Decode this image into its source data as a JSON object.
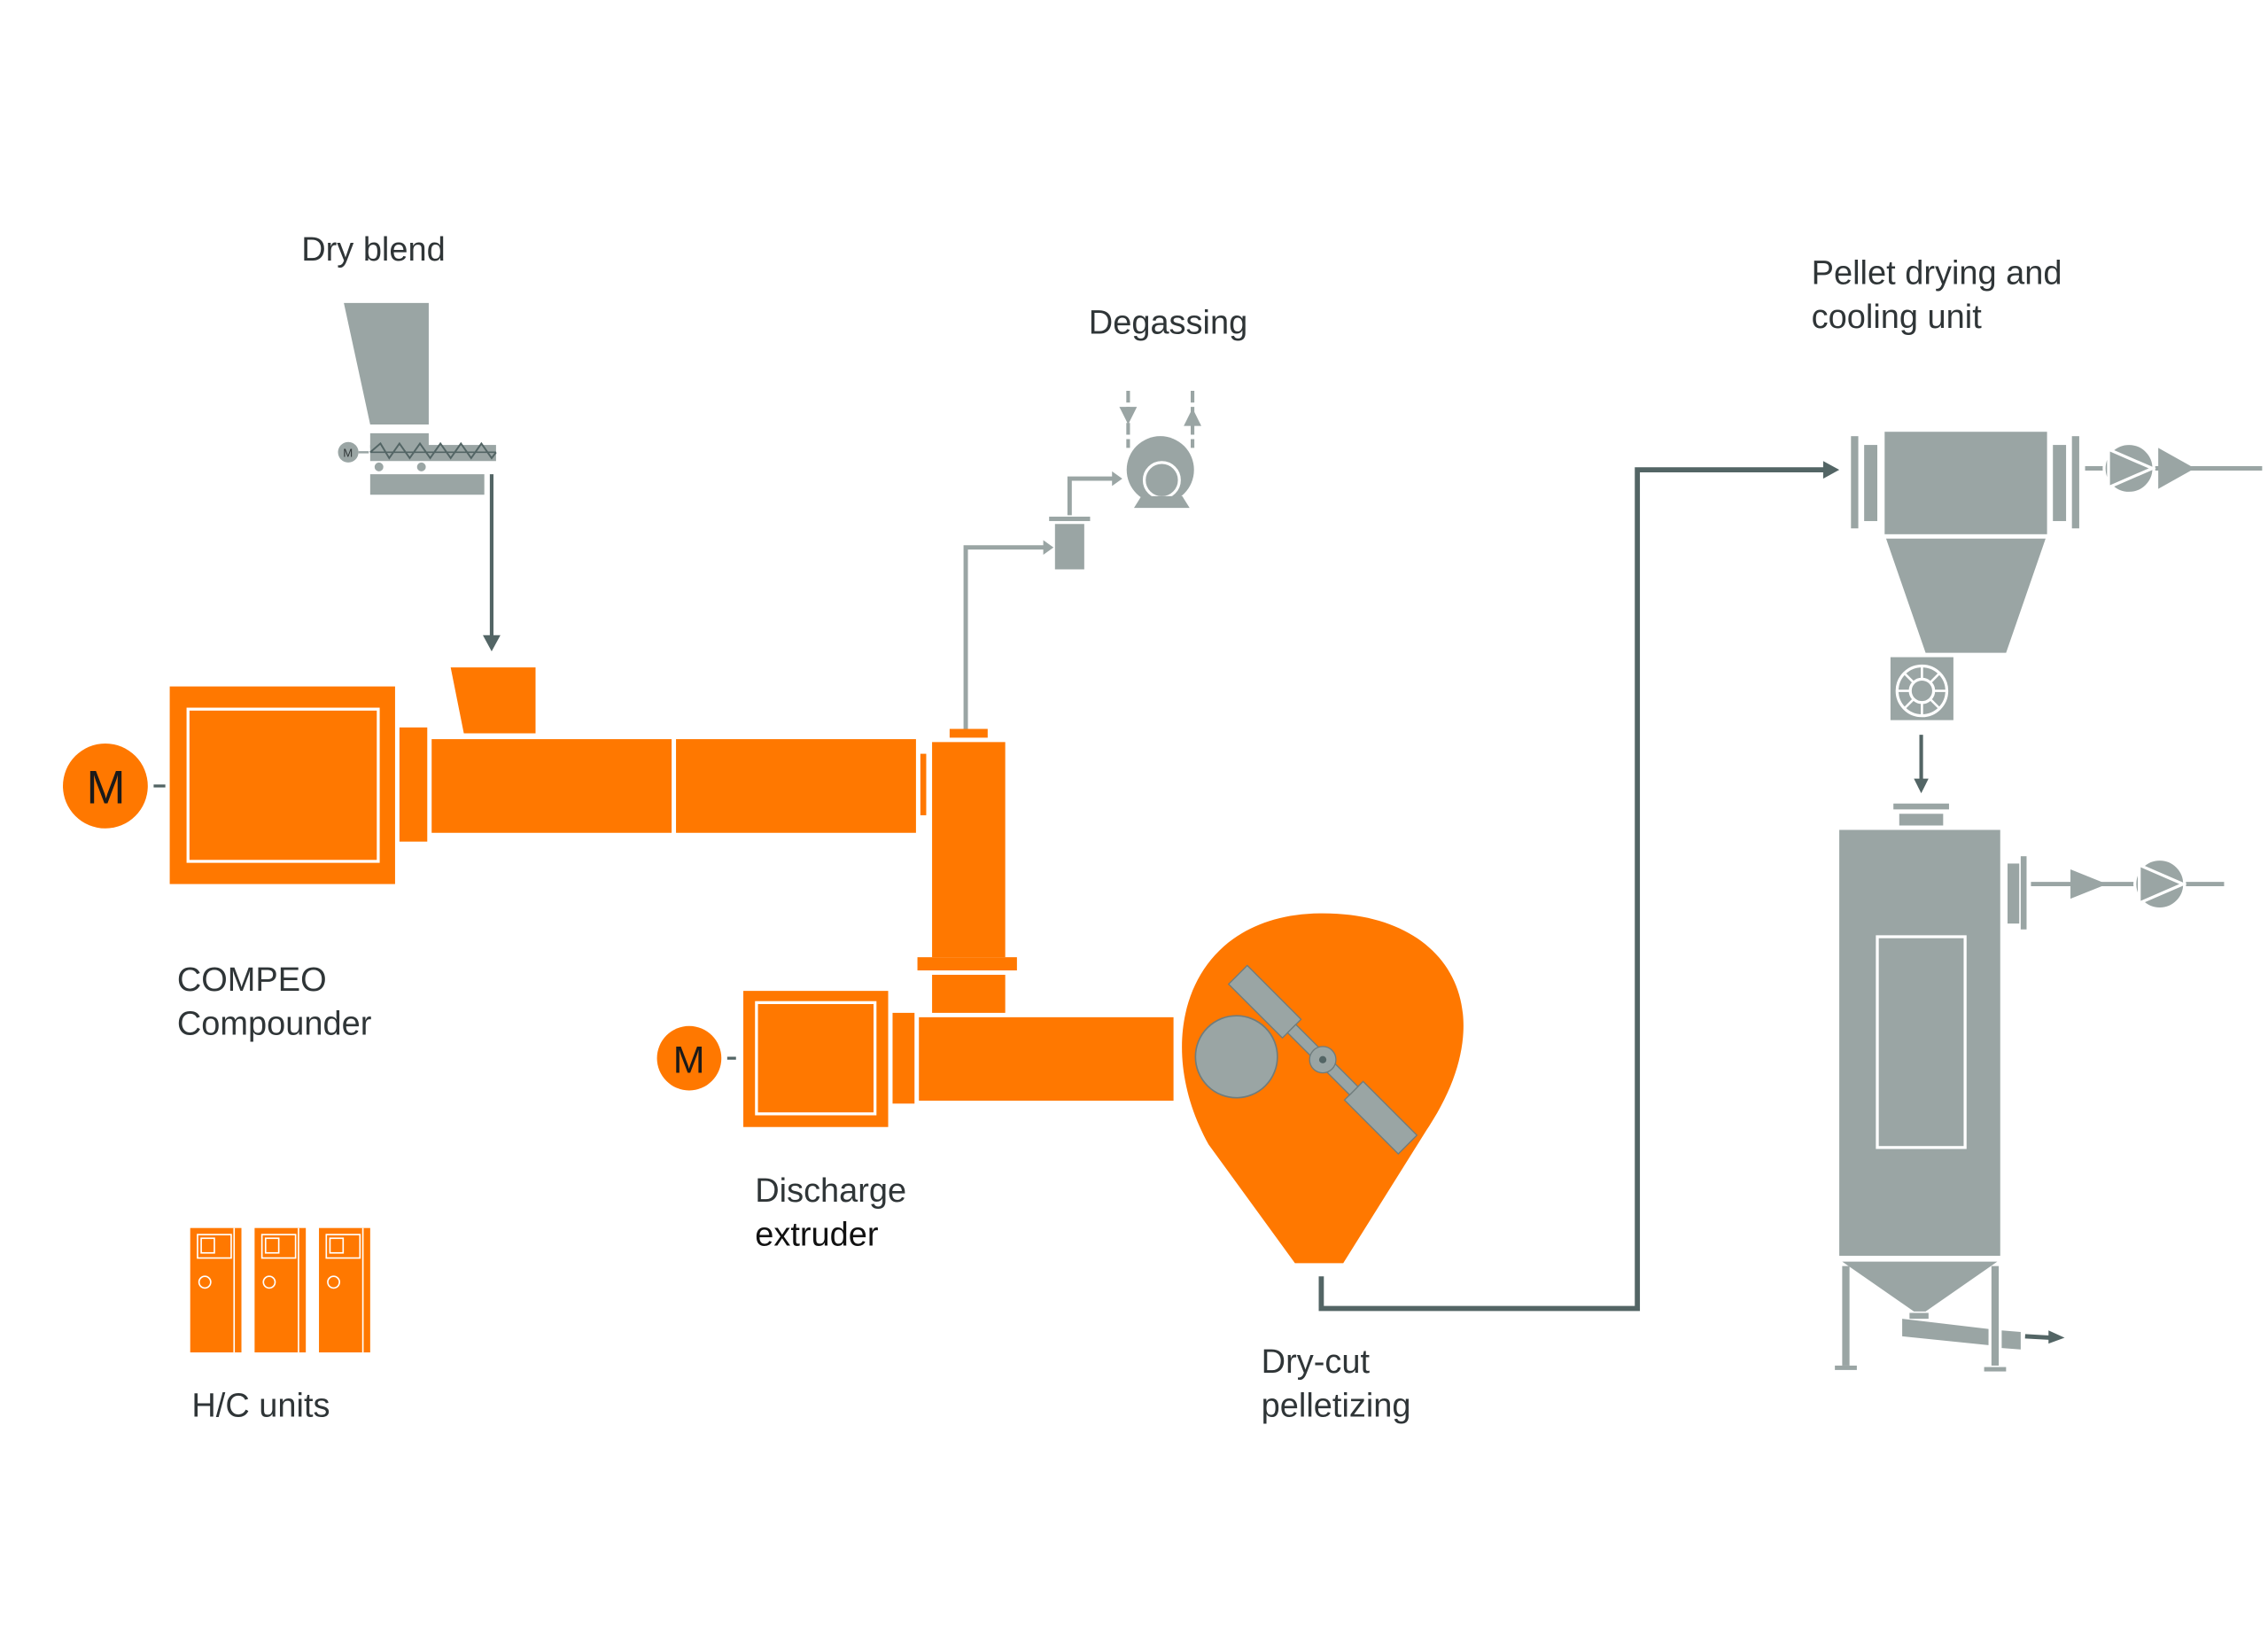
{
  "title": "Compounding line process flow",
  "colors": {
    "orange": "#ff7800",
    "equipment_gray": "#9aa5a4",
    "line_dark": "#536565",
    "line_light": "#9aa5a4",
    "text": "#2f3537",
    "background": "#ffffff"
  },
  "labels": {
    "dry_blend": "Dry blend",
    "degassing": "Degassing",
    "pellet_drying_line1": "Pellet drying and",
    "pellet_drying_line2": "cooling unit",
    "compeo_line1": "COMPEO",
    "compeo_line2": "Compounder",
    "discharge_line1": "Discharge",
    "discharge_line2": "extruder",
    "drycut_line1": "Dry-cut",
    "drycut_line2": "pelletizing",
    "hc_units": "H/C units"
  },
  "motors": {
    "compounder_motor": "M",
    "discharge_motor": "M",
    "feeder_motor": "M"
  },
  "components": [
    {
      "id": "dry-blend-feeder",
      "name": "Dry blend feeder",
      "icon": "hopper-screw-feeder"
    },
    {
      "id": "compeo-compounder",
      "name": "COMPEO Compounder",
      "icon": "twin-screw-compounder"
    },
    {
      "id": "degassing",
      "name": "Degassing",
      "icon": "vacuum-pump"
    },
    {
      "id": "discharge-extruder",
      "name": "Discharge extruder",
      "icon": "extruder"
    },
    {
      "id": "dry-cut-pelletizer",
      "name": "Dry-cut pelletizing",
      "icon": "pelletizer"
    },
    {
      "id": "pellet-drying-cooling",
      "name": "Pellet drying and cooling unit",
      "icon": "cyclone-silo"
    },
    {
      "id": "hc-units",
      "name": "H/C units",
      "icon": "control-cabinets",
      "count": 3
    }
  ],
  "flows": [
    {
      "from": "dry-blend-feeder",
      "to": "compeo-compounder"
    },
    {
      "from": "compeo-compounder",
      "to": "degassing"
    },
    {
      "from": "compeo-compounder",
      "to": "discharge-extruder"
    },
    {
      "from": "discharge-extruder",
      "to": "dry-cut-pelletizer"
    },
    {
      "from": "dry-cut-pelletizer",
      "to": "pellet-drying-cooling"
    }
  ]
}
